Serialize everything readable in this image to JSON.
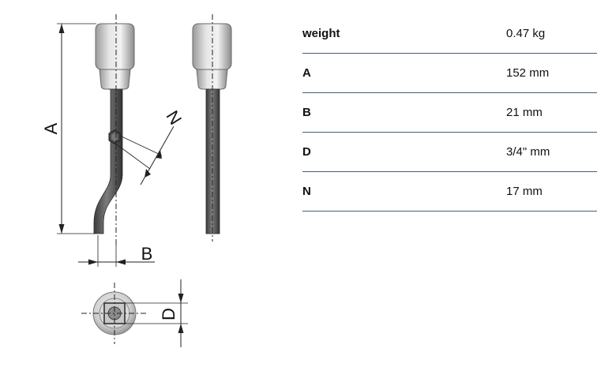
{
  "drawing": {
    "dimension_labels": {
      "A": "A",
      "N": "N",
      "B": "B",
      "D": "D"
    }
  },
  "specs": [
    {
      "param": "weight",
      "value": "0.47 kg"
    },
    {
      "param": "A",
      "value": "152 mm"
    },
    {
      "param": "B",
      "value": "21 mm"
    },
    {
      "param": "D",
      "value": "3/4\" mm"
    },
    {
      "param": "N",
      "value": "17 mm"
    }
  ]
}
